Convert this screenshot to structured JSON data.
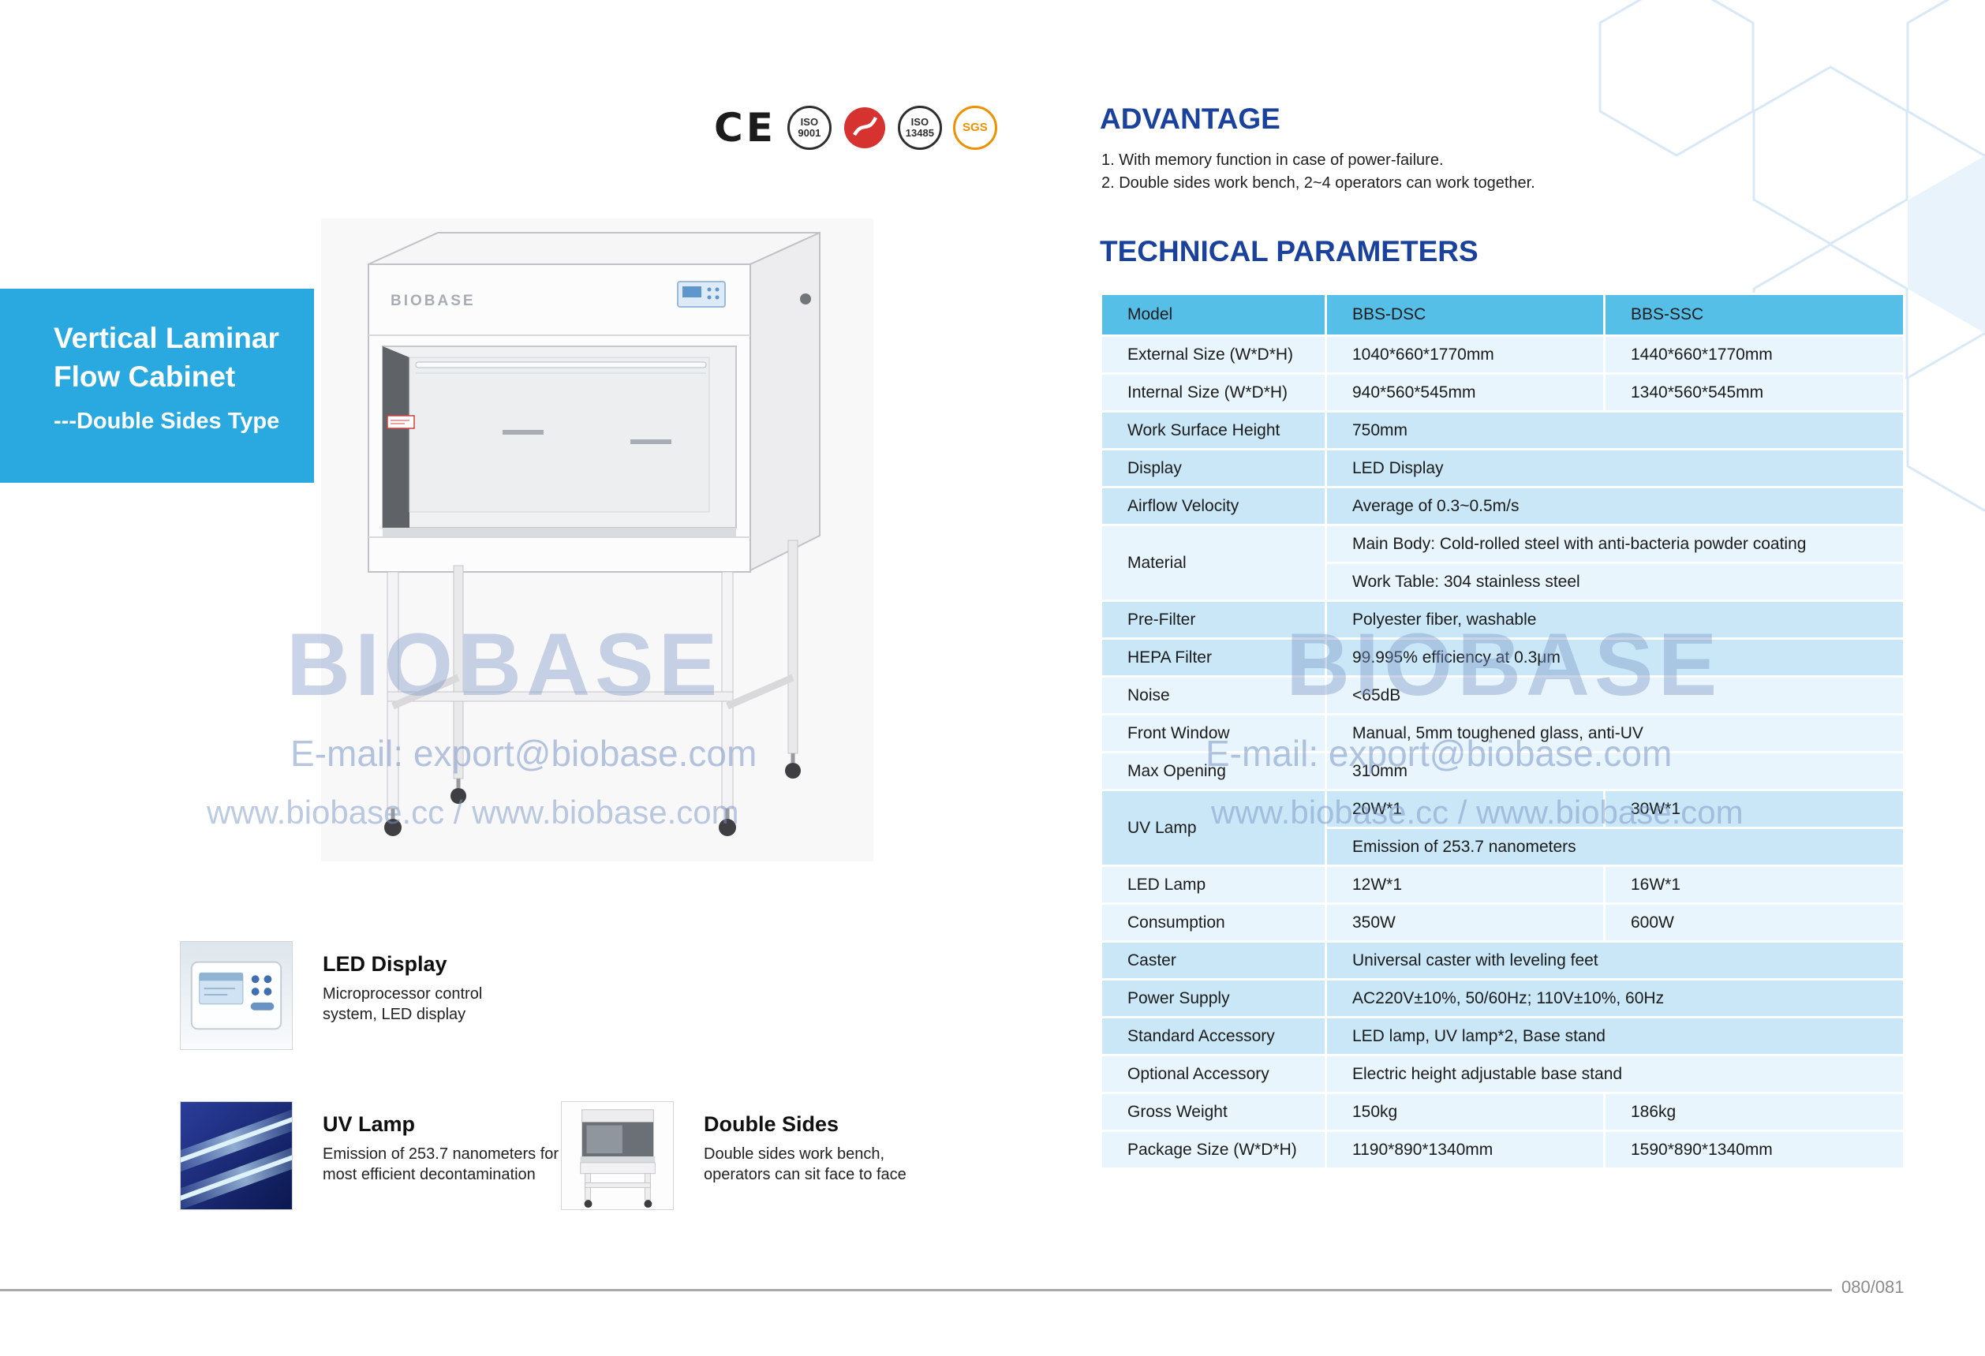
{
  "page": {
    "number": "080/081"
  },
  "banner": {
    "line1": "Vertical Laminar",
    "line2": "Flow Cabinet",
    "line3": "---Double Sides Type"
  },
  "certs": {
    "ce": "CE",
    "iso9001": [
      "ISO",
      "9001"
    ],
    "iso13485": [
      "ISO",
      "13485"
    ],
    "sgs": "SGS"
  },
  "product": {
    "logo": "BIOBASE"
  },
  "watermark": {
    "brand": "BIOBASE",
    "email": "E-mail: export@biobase.com",
    "urls": "www.biobase.cc / www.biobase.com"
  },
  "advantage": {
    "title": "ADVANTAGE",
    "items": [
      "1. With memory function in case of power-failure.",
      "2. Double sides work bench,  2~4 operators can work together."
    ]
  },
  "technical": {
    "title": "TECHNICAL PARAMETERS",
    "header": {
      "model": "Model",
      "col1": "BBS-DSC",
      "col2": "BBS-SSC"
    },
    "rows": {
      "external": {
        "label": "External Size (W*D*H)",
        "v1": "1040*660*1770mm",
        "v2": "1440*660*1770mm"
      },
      "internal": {
        "label": "Internal Size (W*D*H)",
        "v1": "940*560*545mm",
        "v2": "1340*560*545mm"
      },
      "work_surface": {
        "label": "Work Surface Height",
        "v": "750mm"
      },
      "display": {
        "label": "Display",
        "v": "LED Display"
      },
      "airflow": {
        "label": "Airflow Velocity",
        "v": "Average of 0.3~0.5m/s"
      },
      "material": {
        "label": "Material",
        "line1": "Main Body: Cold-rolled steel with anti-bacteria powder coating",
        "line2": "Work Table: 304 stainless steel"
      },
      "pre_filter": {
        "label": "Pre-Filter",
        "v": "Polyester fiber, washable"
      },
      "hepa_filter": {
        "label": "HEPA Filter",
        "v": "99.995% efficiency at 0.3μm"
      },
      "noise": {
        "label": "Noise",
        "v": "<65dB"
      },
      "front_window": {
        "label": "Front Window",
        "v": "Manual, 5mm toughened glass, anti-UV"
      },
      "max_opening": {
        "label": "Max Opening",
        "v": "310mm"
      },
      "uv_lamp": {
        "label": "UV Lamp",
        "v1": "20W*1",
        "v2": "30W*1",
        "note": "Emission of 253.7 nanometers"
      },
      "led_lamp": {
        "label": "LED Lamp",
        "v1": "12W*1",
        "v2": "16W*1"
      },
      "consumption": {
        "label": "Consumption",
        "v1": "350W",
        "v2": "600W"
      },
      "caster": {
        "label": "Caster",
        "v": "Universal caster with leveling feet"
      },
      "power_supply": {
        "label": "Power Supply",
        "v": "AC220V±10%, 50/60Hz; 110V±10%, 60Hz"
      },
      "standard_accessory": {
        "label": "Standard Accessory",
        "v": "LED lamp, UV lamp*2, Base stand"
      },
      "optional_accessory": {
        "label": "Optional Accessory",
        "v": "Electric height adjustable base stand"
      },
      "gross_weight": {
        "label": "Gross Weight",
        "v1": "150kg",
        "v2": "186kg"
      },
      "package_size": {
        "label": "Package Size (W*D*H)",
        "v1": "1190*890*1340mm",
        "v2": "1590*890*1340mm"
      }
    }
  },
  "features": [
    {
      "title": "LED Display",
      "desc": "Microprocessor control system, LED display"
    },
    {
      "title": "UV Lamp",
      "desc": "Emission of 253.7 nanometers for most efficient decontamination"
    },
    {
      "title": "Double Sides",
      "desc": "Double sides work bench, operators can sit face to face"
    }
  ],
  "colors": {
    "banner_blue": "#29a9e0",
    "heading_blue": "#1a419b",
    "table_header_blue": "#55bfe7",
    "band_blue": "#c9e7f7",
    "band_light": "#e8f5fc"
  }
}
